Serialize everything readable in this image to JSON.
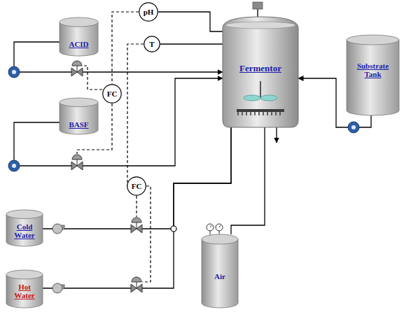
{
  "diagram": {
    "nodes": [
      {
        "text": [
          "pH"
        ]
      },
      {
        "text": [
          "T"
        ]
      },
      {
        "text": [
          "ACID"
        ]
      },
      {
        "text": [
          "FC"
        ]
      },
      {
        "text": [
          "BASF"
        ]
      },
      {
        "text": [
          "Fermentor"
        ]
      },
      {
        "text": [
          "Substrate Tank"
        ]
      },
      {
        "text": [
          "FC"
        ]
      },
      {
        "text": [
          "Cold Water"
        ]
      },
      {
        "text": [
          "Hot Water"
        ]
      },
      {
        "text": [
          "Air"
        ]
      }
    ],
    "edges": [
      {
        "from": 0,
        "to": 5,
        "arrow": "none"
      },
      {
        "from": 1,
        "to": 5,
        "arrow": "none"
      },
      {
        "from": 2,
        "to": 5,
        "arrow": "to"
      },
      {
        "from": 4,
        "to": 5,
        "arrow": "to"
      },
      {
        "from": 6,
        "to": 5,
        "arrow": "to"
      },
      {
        "from": 8,
        "to": 5,
        "arrow": "none"
      },
      {
        "from": 9,
        "to": 5,
        "arrow": "none"
      },
      {
        "from": 10,
        "to": 5,
        "arrow": "none"
      },
      {
        "from": 0,
        "to": 3,
        "arrow": "none"
      },
      {
        "from": 1,
        "to": 7,
        "arrow": "none"
      }
    ]
  }
}
